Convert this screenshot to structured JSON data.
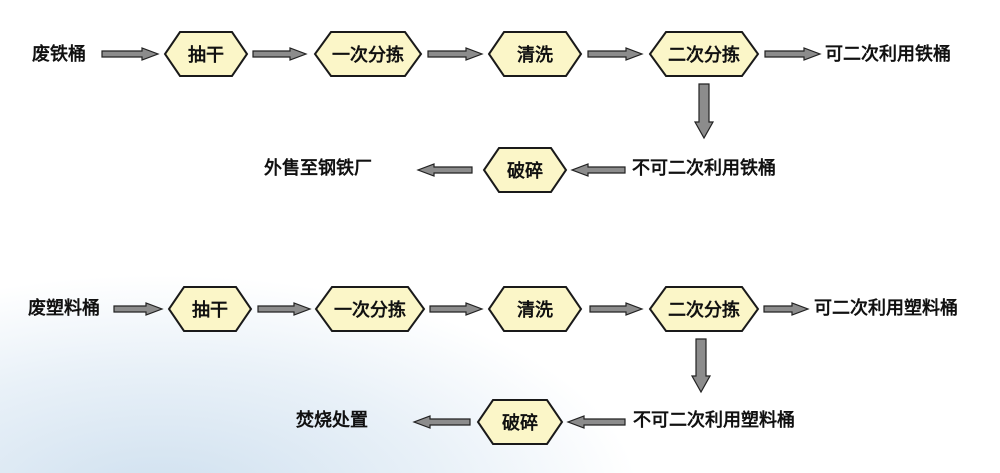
{
  "flow1": {
    "input": "废铁桶",
    "step1": "抽干",
    "step2": "一次分拣",
    "step3": "清洗",
    "step4": "二次分拣",
    "reusable": "可二次利用铁桶",
    "non_reusable": "不可二次利用铁桶",
    "crush": "破碎",
    "disposal": "外售至钢铁厂"
  },
  "flow2": {
    "input": "废塑料桶",
    "step1": "抽干",
    "step2": "一次分拣",
    "step3": "清洗",
    "step4": "二次分拣",
    "reusable": "可二次利用塑料桶",
    "non_reusable": "不可二次利用塑料桶",
    "crush": "破碎",
    "disposal": "焚烧处置"
  },
  "colors": {
    "node_fill": "#fbf6c8",
    "node_stroke": "#1a1a1a",
    "arrow_fill": "#8c8c8c",
    "arrow_stroke": "#222222"
  }
}
